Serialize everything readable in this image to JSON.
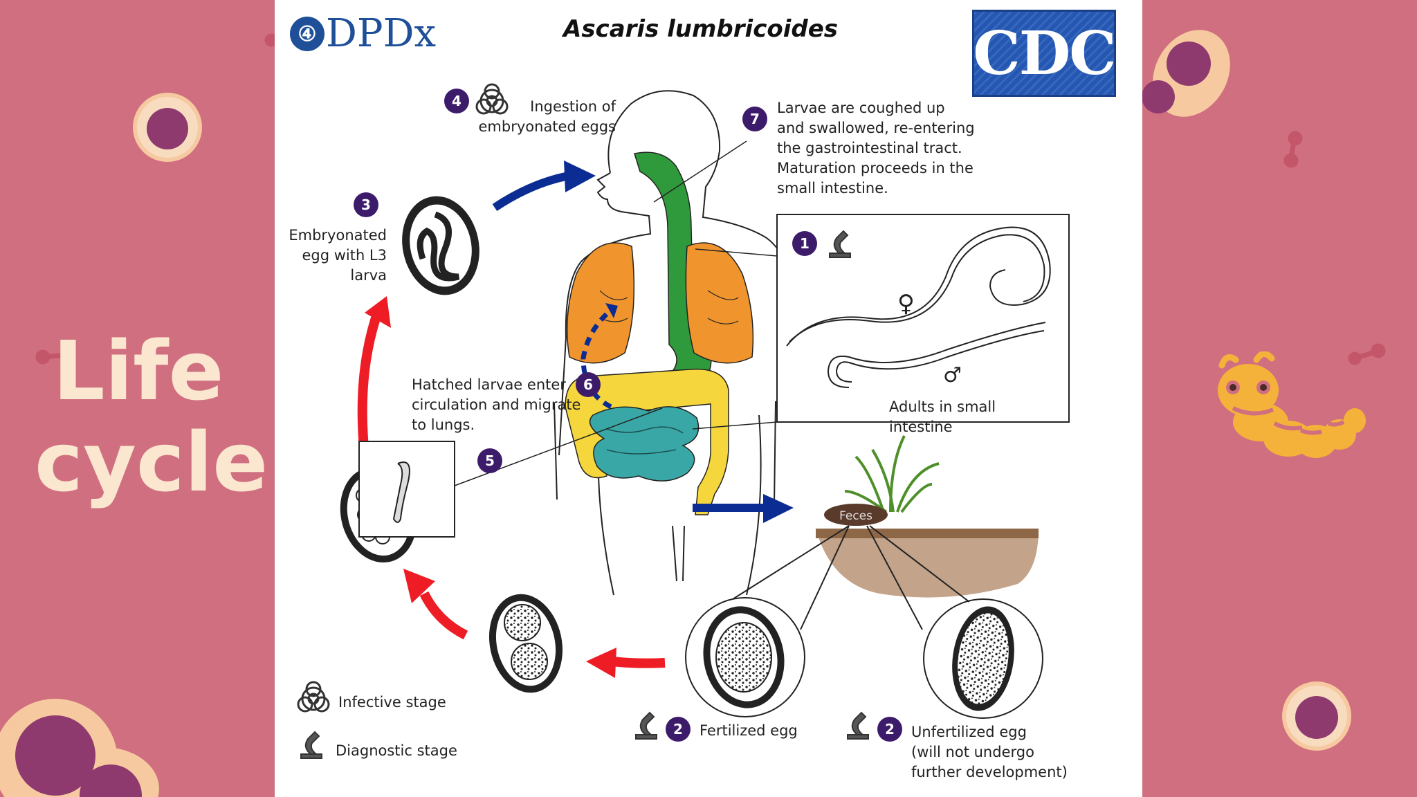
{
  "slide": {
    "title_line1": "Life",
    "title_line2": "cycle"
  },
  "diagram": {
    "title": "Ascaris lumbricoides",
    "logo_left": "DPDx",
    "logo_left_mark": "④",
    "logo_right": "CDC",
    "feces_label": "Feces",
    "steps": {
      "s1": {
        "number": "1",
        "label": "Adults in small intestine"
      },
      "s2a": {
        "number": "2",
        "label": "Fertilized egg"
      },
      "s2b": {
        "number": "2",
        "label": "Unfertilized egg\n(will not undergo\nfurther development)"
      },
      "s3": {
        "number": "3",
        "label": "Embryonated\negg with L3\nlarva"
      },
      "s4": {
        "number": "4",
        "label": "Ingestion of\nembryonated eggs"
      },
      "s5": {
        "number": "5"
      },
      "s6": {
        "number": "6",
        "label": "Hatched larvae enter\ncirculation and migrate\nto lungs."
      },
      "s7": {
        "number": "7",
        "label": "Larvae are coughed up\nand swallowed, re-entering\nthe gastrointestinal tract.\nMaturation proceeds in the\nsmall intestine."
      }
    },
    "legend": {
      "infective": "Infective stage",
      "diagnostic": "Diagnostic stage"
    },
    "symbols": {
      "female": "♀",
      "male": "♂"
    }
  },
  "colors": {
    "background": "#d06f7f",
    "title_text": "#fbe6cf",
    "badge": "#3d1b6b",
    "arrow_blue": "#0b2d93",
    "arrow_red": "#ee1c25",
    "lungs": "#f0952e",
    "intestine_yellow": "#f5d63d",
    "intestine_teal": "#3aa7a7",
    "gi_green": "#2f9a3c",
    "decor_circle": "#8e3a6e",
    "decor_ring": "#f6c9a0",
    "worm_yellow": "#f5b23a"
  },
  "icons": [
    "biohazard-icon",
    "microscope-icon",
    "female-symbol",
    "male-symbol",
    "worm-mascot",
    "cell-decoration"
  ]
}
